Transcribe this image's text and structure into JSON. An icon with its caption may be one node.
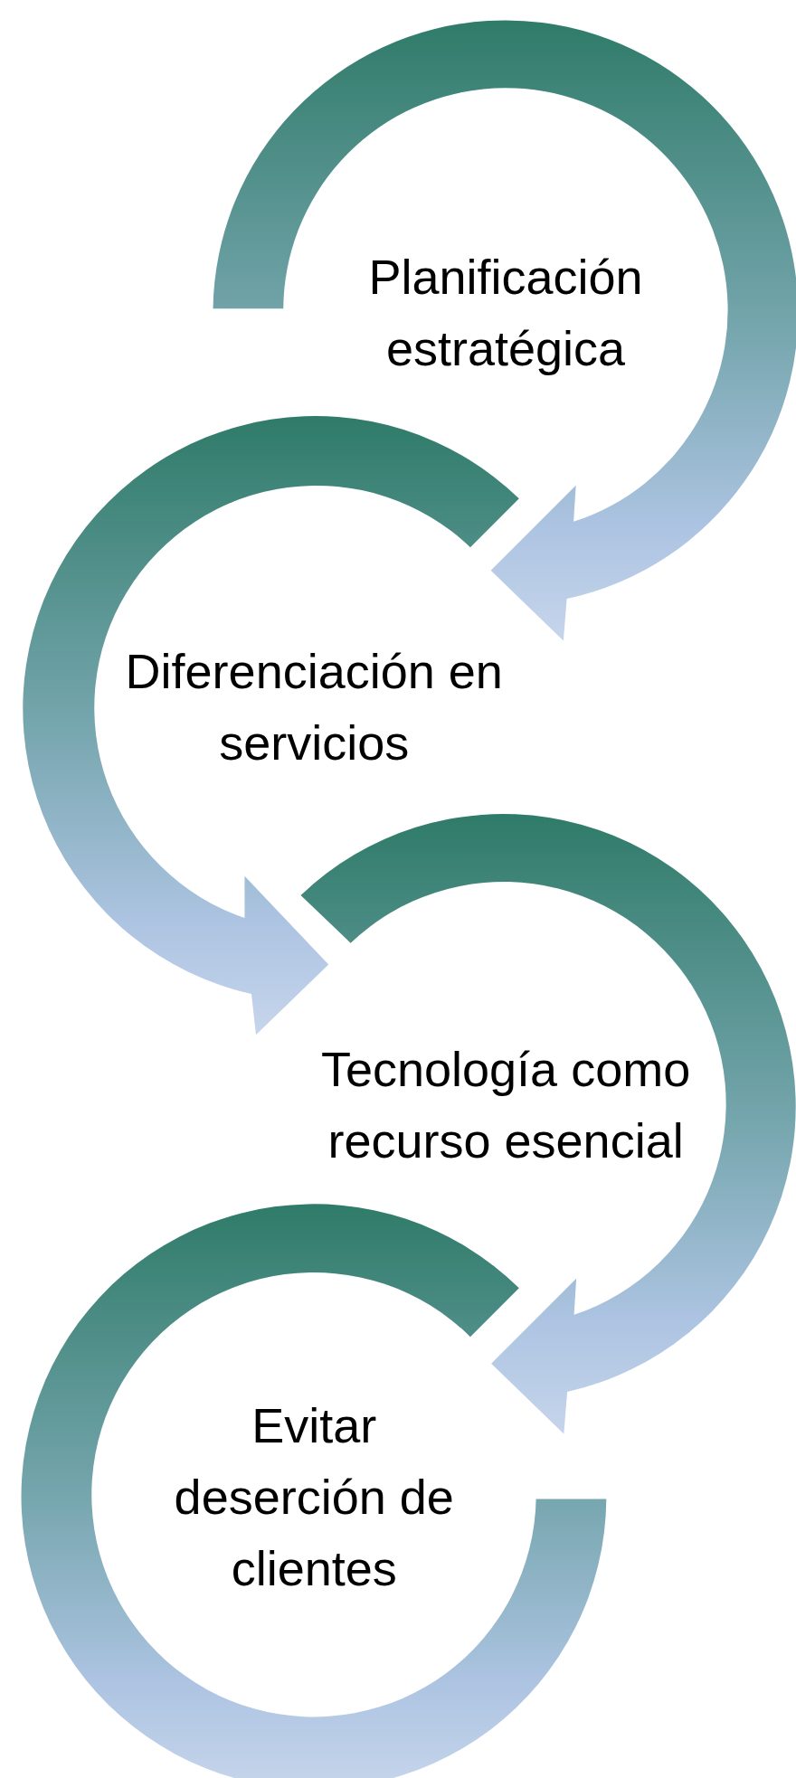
{
  "diagram": {
    "nodes": [
      {
        "text": [
          "Planificación estratégica"
        ]
      },
      {
        "text": [
          "Diferenciación en servicios"
        ]
      },
      {
        "text": [
          "Tecnología como recurso esencial"
        ]
      },
      {
        "text": [
          "Evitar deserción de clientes"
        ]
      }
    ]
  }
}
